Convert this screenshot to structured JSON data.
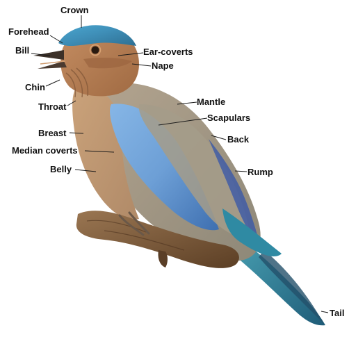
{
  "labels": {
    "crown": "Crown",
    "forehead": "Forehead",
    "bill": "Bill",
    "ear_coverts": "Ear-coverts",
    "nape": "Nape",
    "chin": "Chin",
    "throat": "Throat",
    "mantle": "Mantle",
    "scapulars": "Scapulars",
    "breast": "Breast",
    "back": "Back",
    "median_coverts": "Median coverts",
    "rump": "Rump",
    "belly": "Belly",
    "tail": "Tail"
  },
  "colors": {
    "background": "#ffffff",
    "label_text": "#111111",
    "leader_line": "#1a1a1a",
    "crown_blue": "#4f9fc6",
    "face_rufous": "#b98259",
    "breast_buff": "#c39a72",
    "wing_grey": "#a69a86",
    "wing_blue": "#6fa5d9",
    "tail_teal": "#3a8ba0",
    "branch_brown": "#7a5a3a"
  },
  "image": {
    "subject": "bird-photo"
  }
}
